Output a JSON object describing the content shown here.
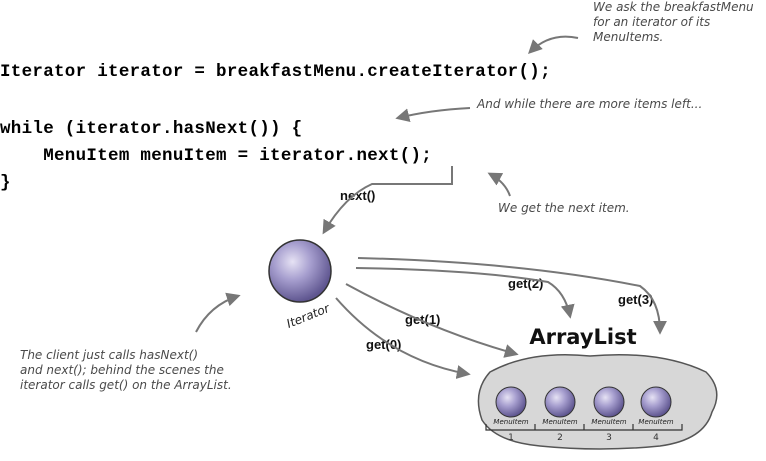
{
  "code": {
    "line1": "Iterator iterator = breakfastMenu.createIterator();",
    "line2": "while (iterator.hasNext()) {",
    "line3": "    MenuItem menuItem = iterator.next();",
    "line4": "}"
  },
  "annotations": {
    "ask_line1": "We ask the breakfastMenu",
    "ask_line2": "for an iterator of its",
    "ask_line3": "MenuItems.",
    "while_note": "And while there are more items left...",
    "next_note": "We get the next item.",
    "client_line1": "The client just calls hasNext()",
    "client_line2": "and next(); behind the scenes the",
    "client_line3": "iterator calls get() on the ArrayList."
  },
  "calls": {
    "next": "next()",
    "get0": "get(0)",
    "get1": "get(1)",
    "get2": "get(2)",
    "get3": "get(3)"
  },
  "iterator_label": "Iterator",
  "arraylist": {
    "title": "ArrayList",
    "items": [
      {
        "label": "MenuItem",
        "index": "1"
      },
      {
        "label": "MenuItem",
        "index": "2"
      },
      {
        "label": "MenuItem",
        "index": "3"
      },
      {
        "label": "MenuItem",
        "index": "4"
      }
    ]
  },
  "colors": {
    "sphere": "#9d94c4",
    "blob": "#d8d8d8",
    "arrow": "#777777"
  }
}
